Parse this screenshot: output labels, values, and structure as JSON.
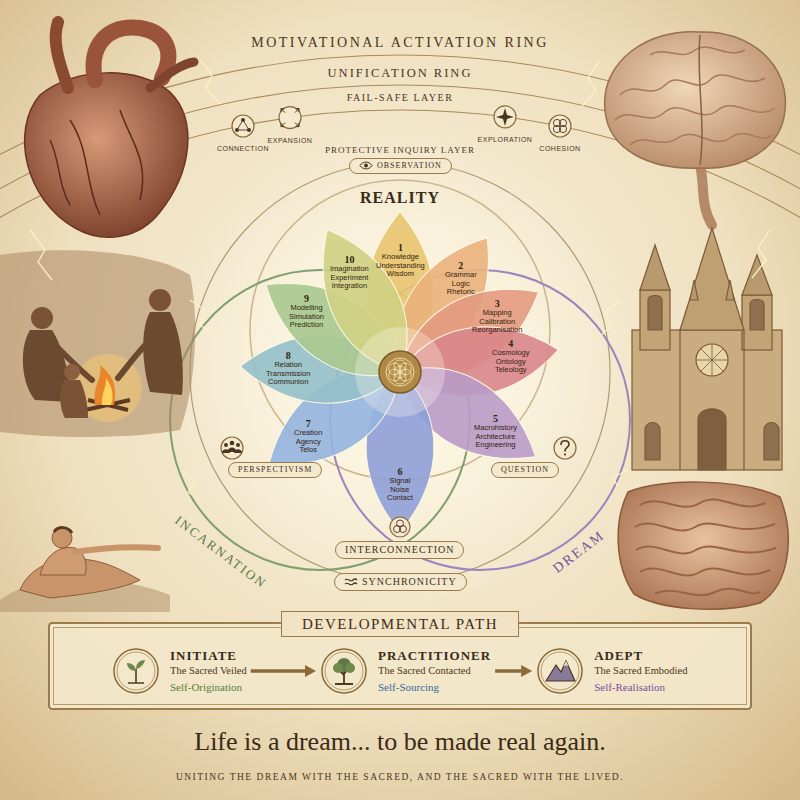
{
  "diagram": {
    "caption": "Life is a dream... to be made real again.",
    "nodes": [
      {
        "text": [
          "OBSERVATION"
        ]
      },
      {
        "text": [
          "1",
          "Knowledge Understanding Wisdom"
        ]
      },
      {
        "text": [
          "2",
          "Grammar Logic Rhetoric"
        ]
      },
      {
        "text": [
          "3",
          "Mapping Calibration Reorganisation"
        ]
      },
      {
        "text": [
          "4",
          "Cosmology Ontology Teleology"
        ]
      },
      {
        "text": [
          "5",
          "Macrohistory Architecture Engineering"
        ]
      },
      {
        "text": [
          "6",
          "Signal Noise Contact"
        ]
      },
      {
        "text": [
          "7",
          "Creation Agency Telos"
        ]
      },
      {
        "text": [
          "8",
          "Relation Transmission Communion"
        ]
      },
      {
        "text": [
          "9",
          "Modelling Simulation Prediction"
        ]
      },
      {
        "text": [
          "10",
          "Imagination Experiment Integration"
        ]
      },
      {
        "text": [
          "PERSPECTIVISM"
        ]
      },
      {
        "text": [
          "QUESTION"
        ]
      },
      {
        "text": [
          "INTERCONNECTION"
        ]
      },
      {
        "text": [
          "SYNCHRONICITY"
        ]
      },
      {
        "text": [
          "DEVELOPMENTAL PATH"
        ]
      },
      {
        "text": [
          "INITIATE",
          "The Sacred Veiled",
          "Self-Origination"
        ],
        "in": 15
      },
      {
        "text": [
          "PRACTITIONER",
          "The Sacred Contacted",
          "Self-Sourcing"
        ],
        "in": 15
      },
      {
        "text": [
          "ADEPT",
          "The Sacred Embodied",
          "Self-Realisation"
        ],
        "in": 15
      }
    ],
    "edges": [
      {
        "from": 16,
        "to": 17,
        "arrow": "to"
      },
      {
        "from": 17,
        "to": 18,
        "arrow": "to"
      }
    ],
    "labels": [
      "MOTIVATIONAL ACTIVATION RING",
      "UNIFICATION RING",
      "FAIL-SAFE LAYER",
      "CONNECTION",
      "EXPANSION",
      "EXPLORATION",
      "COHESION",
      "PROTECTIVE INQUIRY LAYER",
      "REALITY",
      "INCARNATION",
      "DREAM",
      "UNITING THE DREAM WITH THE SACRED, AND THE SACRED WITH THE LIVED."
    ]
  }
}
